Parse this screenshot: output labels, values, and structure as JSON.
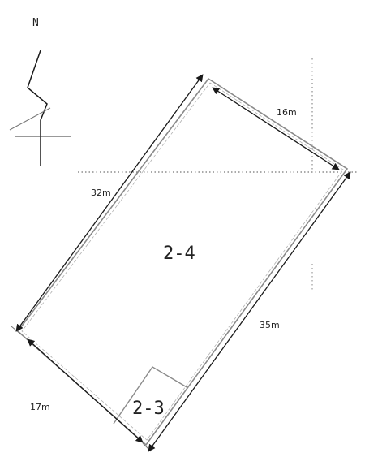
{
  "north_label": "N",
  "dimensions": {
    "top": "16m",
    "left": "32m",
    "right": "35m",
    "bottom": "17m"
  },
  "lots": {
    "main": "2-4",
    "sub": "2-3"
  },
  "colors": {
    "line": "#1a1a1a",
    "gray": "#8a8a8a",
    "dotted": "#555555"
  }
}
